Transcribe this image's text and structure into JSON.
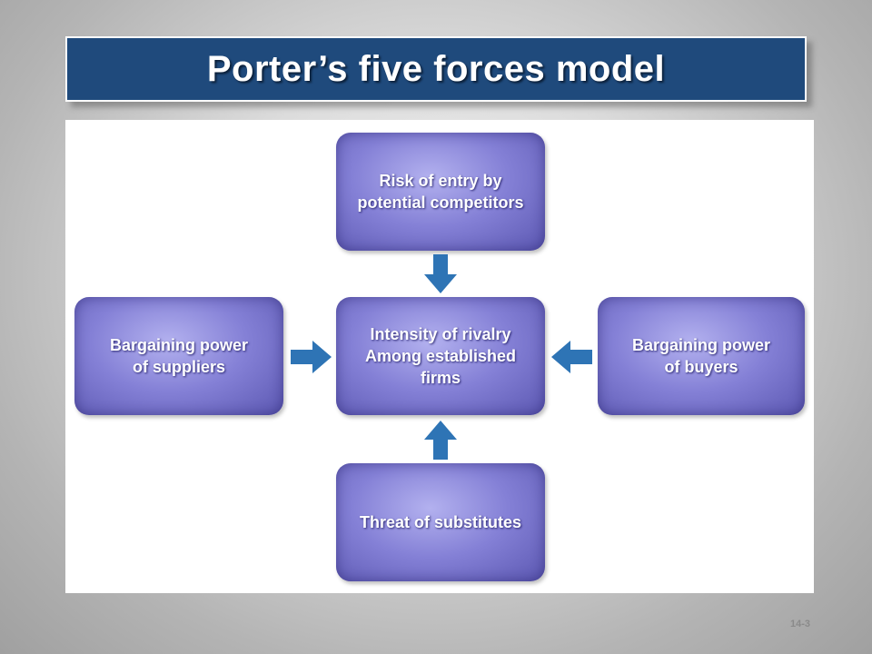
{
  "title": "Porter’s five forces model",
  "forces": {
    "top": "Risk of entry by\npotential competitors",
    "center": "Intensity of rivalry\nAmong established\nfirms",
    "left": "Bargaining power\nof suppliers",
    "right": "Bargaining power\nof buyers",
    "bottom": "Threat of substitutes"
  },
  "slide_number": "14-3",
  "colors": {
    "title_bar": "#1f4a7c",
    "box": "#7f7bd3",
    "arrow": "#2e74b5"
  }
}
